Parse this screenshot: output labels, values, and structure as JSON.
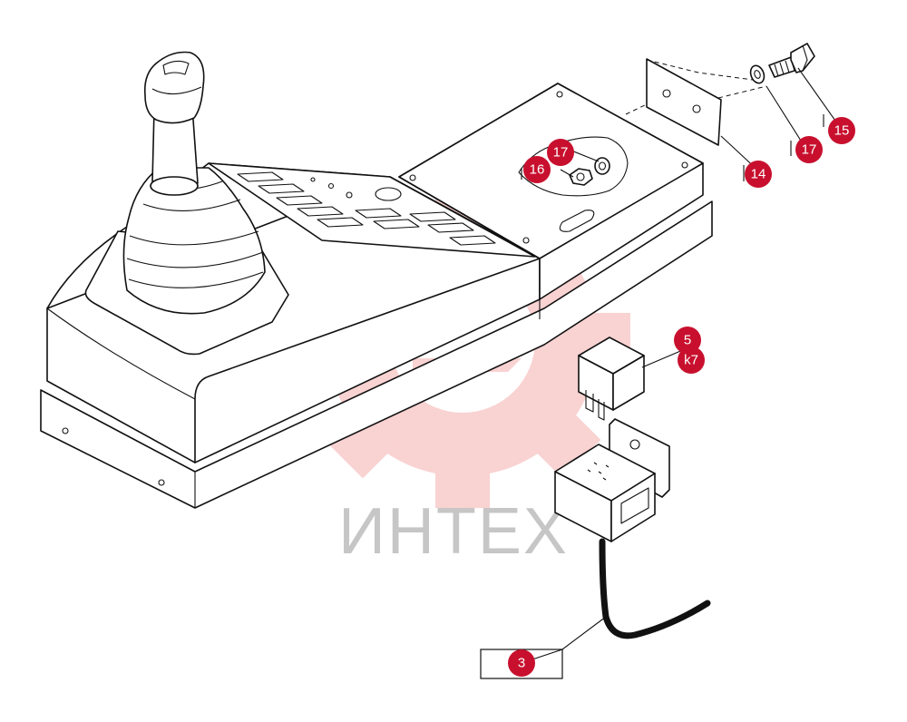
{
  "diagram": {
    "watermark": {
      "text": "ИНТЕХ",
      "color": "#e53935"
    },
    "callout_color": "#c8102e",
    "callouts": [
      {
        "id": "c17a",
        "label": "17"
      },
      {
        "id": "c16",
        "label": "16"
      },
      {
        "id": "c14",
        "label": "14"
      },
      {
        "id": "c17b",
        "label": "17"
      },
      {
        "id": "c15",
        "label": "15"
      },
      {
        "id": "c5",
        "label": "5"
      },
      {
        "id": "ck7",
        "label": "k7"
      },
      {
        "id": "c3",
        "label": "3"
      }
    ]
  }
}
